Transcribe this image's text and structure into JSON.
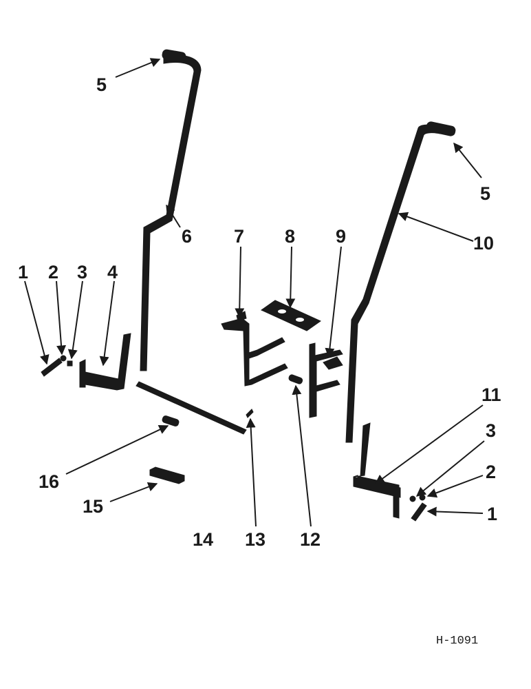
{
  "callouts": {
    "c1_left": "1",
    "c2_left": "2",
    "c3_left": "3",
    "c4": "4",
    "c5_left": "5",
    "c5_right": "5",
    "c6": "6",
    "c7": "7",
    "c8": "8",
    "c9": "9",
    "c10": "10",
    "c11": "11",
    "c3_right": "3",
    "c2_right": "2",
    "c1_right": "1",
    "c12": "12",
    "c13": "13",
    "c14": "14",
    "c15": "15",
    "c16": "16"
  },
  "figure_id": "H-1091",
  "colors": {
    "ink": "#1a1a1a",
    "paper": "#ffffff"
  }
}
